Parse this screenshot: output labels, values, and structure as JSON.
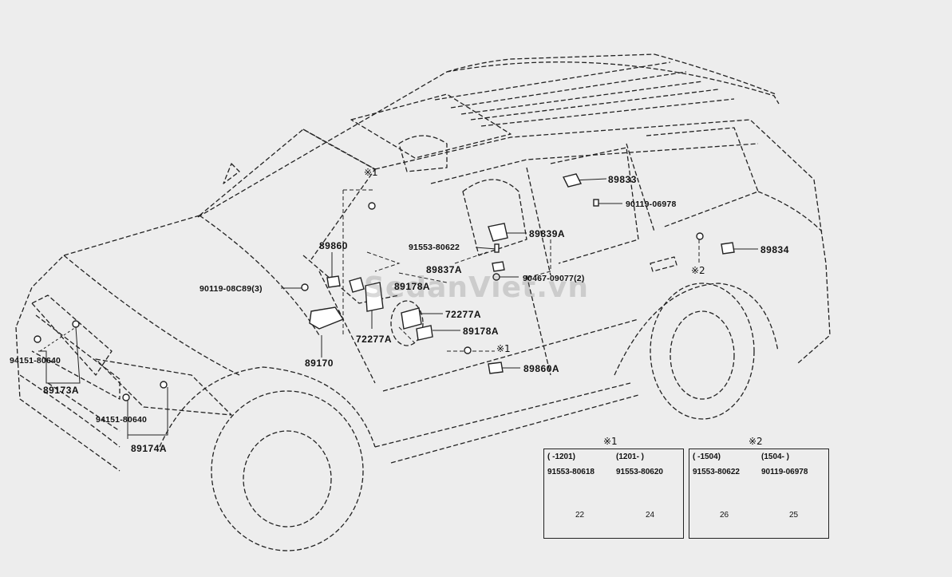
{
  "labels": {
    "l89833": "89833",
    "l90119_06978": "90119-06978",
    "l89839A": "89839A",
    "l91553_80622": "91553-80622",
    "l89860": "89860",
    "l89837A": "89837A",
    "l90467": "90467-09077(2)",
    "l89834": "89834",
    "l90119_08C89": "90119-08C89(3)",
    "l89178A_top": "89178A",
    "l72277A_a": "72277A",
    "l89178A_b": "89178A",
    "l72277A_b": "72277A",
    "l89860A": "89860A",
    "l94151_a": "94151-80640",
    "l89170": "89170",
    "l89173A": "89173A",
    "l94151_b": "94151-80640",
    "l89174A": "89174A"
  },
  "notes": {
    "n1_top": "※1",
    "n1_mid": "※1",
    "n2_side": "※2"
  },
  "watermark": "SedanViet.vn",
  "table1": {
    "title": "※1",
    "col1_range": "(  -1201)",
    "col2_range": "(1201-    )",
    "col1_part": "91553-80618",
    "col2_part": "91553-80620",
    "col1_len": "22",
    "col2_len": "24"
  },
  "table2": {
    "title": "※2",
    "col1_range": "(   -1504)",
    "col2_range": "(1504-    )",
    "col1_part": "91553-80622",
    "col2_part": "90119-06978",
    "col1_len": "26",
    "col2_len": "25"
  },
  "colors": {
    "background": "#ededed",
    "ink": "#111111"
  }
}
